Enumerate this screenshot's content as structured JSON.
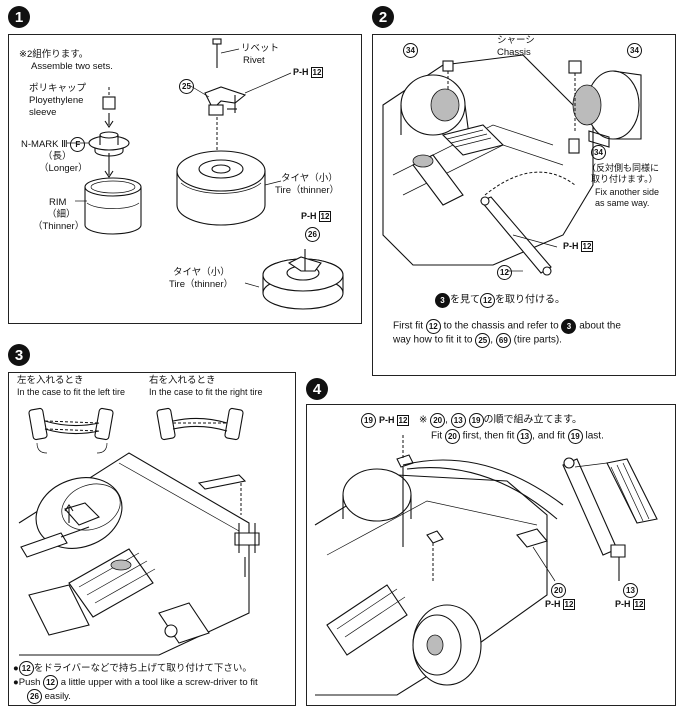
{
  "steps": {
    "s1": {
      "number": "1",
      "note_jp": "※2組作ります。",
      "note_en": "Assemble two sets.",
      "cap_jp": "ポリキャップ",
      "cap_en1": "Ployethylene",
      "cap_en2": "sleeve",
      "nmark_label": "N-MARK Ⅲ",
      "nmark_part": "F",
      "nmark_jp": "（長）",
      "nmark_en": "（Longer）",
      "rim_en": "RIM",
      "rim_jp": "（細）",
      "rim_en2": "（Thinner）",
      "rivet_jp": "リベット",
      "rivet_en": "Rivet",
      "part25": "25",
      "page_prefix": "P-H",
      "page_num": "12",
      "tire_jp": "タイヤ（小）",
      "tire_en": "Tire（thinner）",
      "part26": "26",
      "tire2_jp": "タイヤ（小）",
      "tire2_en": "Tire（thinner）"
    },
    "s2": {
      "number": "2",
      "part34a": "34",
      "chassis_jp": "シャーシ",
      "chassis_en": "Chassis",
      "part34b": "34",
      "part34c": "34",
      "other_side_jp1": "（反対側も同様に",
      "other_side_jp2": "取り付けます。）",
      "other_side_en1": "Fix another side",
      "other_side_en2": "as same way.",
      "page_prefix": "P-H",
      "page_num": "12",
      "part12": "12",
      "ref_step": "3",
      "instr_jp_mid": "を見て",
      "instr_part": "12",
      "instr_jp_end": "を取り付ける。",
      "instr_en_a": "First fit",
      "instr_en_b": "to the chassis and refer to",
      "instr_en_c": "about the",
      "instr_en_d": "way how to fit it to",
      "instr_en_p25": "25",
      "instr_en_p69": "69",
      "instr_en_e": "(tire parts)."
    },
    "s3": {
      "number": "3",
      "left_jp": "左を入れるとき",
      "left_en": "In the case to fit the left tire",
      "right_jp": "右を入れるとき",
      "right_en": "In the case to fit the right tire",
      "bullet_part": "12",
      "bullet_jp": "をドライバーなどで持ち上げて取り付けて下さい。",
      "bullet_en_a": "Push",
      "bullet_en_b": "a little upper with a tool like a screw-driver to fit",
      "bullet_en_part26": "26",
      "bullet_en_c": "easily."
    },
    "s4": {
      "number": "4",
      "part19a": "19",
      "page_prefix": "P-H",
      "page_num": "12",
      "order_jp_prefix": "※",
      "order_p20": "20",
      "order_p13": "13",
      "order_p19": "19",
      "order_jp_end": "の順で組み立てます。",
      "order_en_a": "Fit",
      "order_en_b": "first, then fit",
      "order_en_c": ", and fit",
      "order_en_d": "last.",
      "part20": "20",
      "part13": "13"
    }
  }
}
